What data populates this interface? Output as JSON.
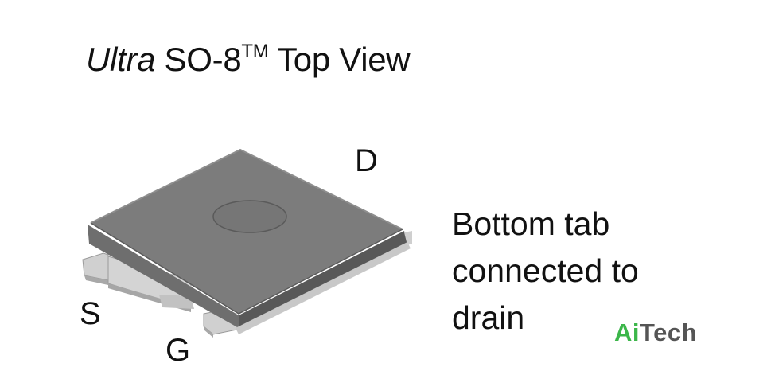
{
  "title": {
    "prefix": "Ultra",
    "main": " SO-8",
    "tm": "TM",
    "suffix": " Top View"
  },
  "pins": {
    "drain": "D",
    "source": "S",
    "gate": "G"
  },
  "note": {
    "line1": "Bottom tab",
    "line2": "connected to",
    "line3": "drain"
  },
  "logo": {
    "part1": "Ai",
    "part2": "Tech"
  },
  "colors": {
    "body_top": "#7a7a7a",
    "body_side": "#6b6b6b",
    "lead": "#c9c9c9",
    "logo_green": "#3cb64a",
    "logo_gray": "#555555"
  }
}
